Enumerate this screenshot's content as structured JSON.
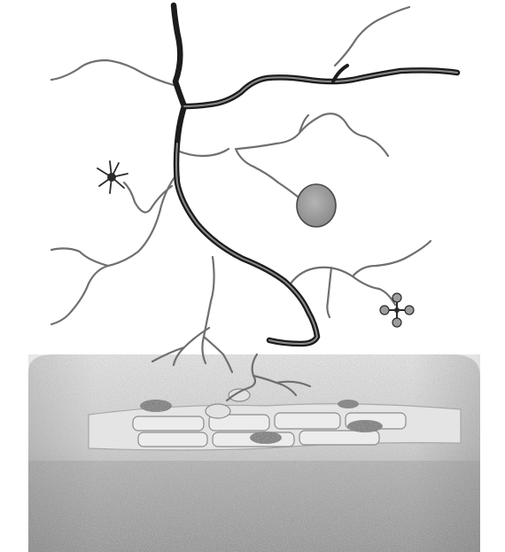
{
  "figure": {
    "labels": [],
    "colors": {
      "background": "#ffffff",
      "main_process": "#1c1c1c",
      "main_process_highlight": "#8a8a8a",
      "thin_process": "#6f6f6f",
      "cell_body_fill": "#9a9a9a",
      "cell_body_edge": "#4a4a4a",
      "terminal_dark": "#2b2b2b",
      "terminal_light": "#9c9c9c",
      "tissue_top": "#e3e3e3",
      "tissue_mid": "#c2c2c2",
      "tissue_bottom": "#9c9c9c",
      "cell_layer": "#e9e9e9",
      "cell_outline": "#8c8c8c"
    },
    "icons": [
      "neuron-cell-body",
      "branching-axon",
      "axon-terminals",
      "tissue-block"
    ]
  }
}
